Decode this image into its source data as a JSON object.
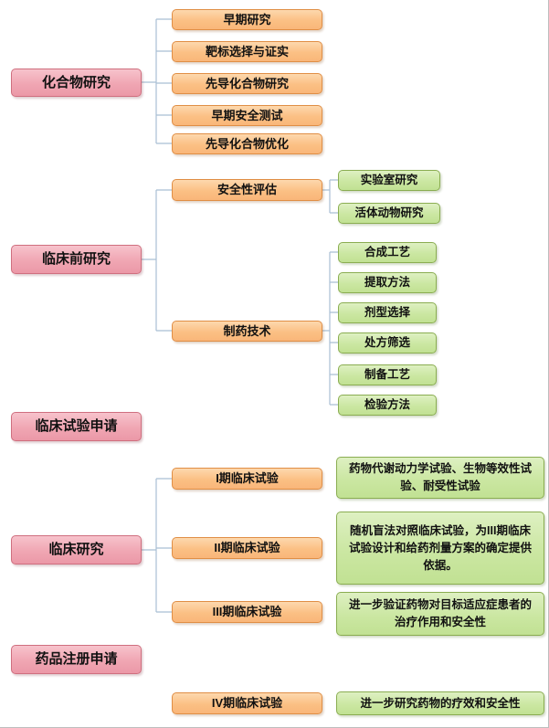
{
  "diagram": {
    "stages": {
      "compound": "化合物研究",
      "preclinical": "临床前研究",
      "trial_application": "临床试验申请",
      "clinical": "临床研究",
      "registration": "药品注册申请"
    },
    "compound_children": [
      "早期研究",
      "靶标选择与证实",
      "先导化合物研究",
      "早期安全测试",
      "先导化合物优化"
    ],
    "preclinical_children": [
      "安全性评估",
      "制药技术"
    ],
    "safety_children": [
      "实验室研究",
      "活体动物研究"
    ],
    "pharmatech_children": [
      "合成工艺",
      "提取方法",
      "剂型选择",
      "处方筛选",
      "制备工艺",
      "检验方法"
    ],
    "clinical_children": [
      "I期临床试验",
      "II期临床试验",
      "III期临床试验"
    ],
    "clinical_descriptions": [
      "药物代谢动力学试验、生物等效性试验、耐受性试验",
      "随机盲法对照临床试验，为III期临床试验设计和给药剂量方案的确定提供依据。",
      "进一步验证药物对目标适应症患者的治疗作用和安全性"
    ],
    "registration_child": "IV期临床试验",
    "registration_description": "进一步研究药物的疗效和安全性"
  },
  "colors": {
    "stage_fill": "#f0a6b3",
    "stage_border": "#cf6f7f",
    "process_fill": "#fbc084",
    "process_border": "#e08e45",
    "detail_fill": "#cbe7a2",
    "detail_border": "#8aad51",
    "connector": "#a9bfd4"
  }
}
